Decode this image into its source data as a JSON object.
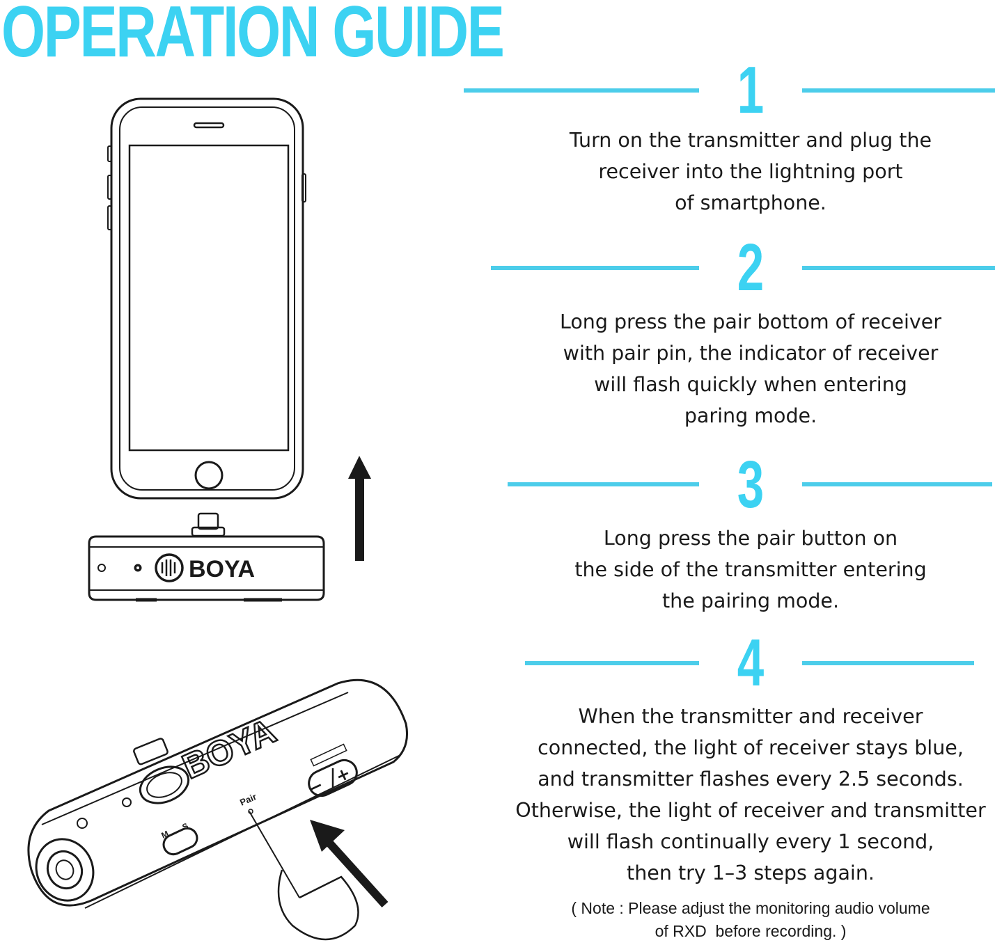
{
  "page": {
    "title": "OPERATION GUIDE",
    "accent_color": "#3cd2f2"
  },
  "illustrations": {
    "receiver_brand": "BOYA",
    "transmitter_brand": "BOYA",
    "transmitter_pair_label": "Pair",
    "switch_label_m": "M",
    "switch_label_s": "S",
    "volume_minus": "−",
    "volume_plus": "+"
  },
  "steps": [
    {
      "number": "1",
      "lines": [
        "Turn on the transmitter and plug the",
        "receiver into the lightning port",
        "of smartphone."
      ]
    },
    {
      "number": "2",
      "lines": [
        "Long press the pair bottom of receiver",
        "with pair pin, the indicator of receiver",
        "will flash quickly when entering",
        "paring mode."
      ]
    },
    {
      "number": "3",
      "lines": [
        "Long press the pair button on",
        "the side of the transmitter entering",
        "the pairing mode."
      ]
    },
    {
      "number": "4",
      "lines": [
        "When the transmitter and receiver",
        "connected, the light of receiver stays blue,",
        "and transmitter flashes every 2.5 seconds.",
        "Otherwise, the light of receiver and transmitter",
        "will flash continually every 1 second,",
        "then try 1–3 steps again."
      ]
    }
  ],
  "note": {
    "lines": [
      "( Note : Please adjust the monitoring audio volume",
      "of RXD  before recording. )"
    ]
  }
}
